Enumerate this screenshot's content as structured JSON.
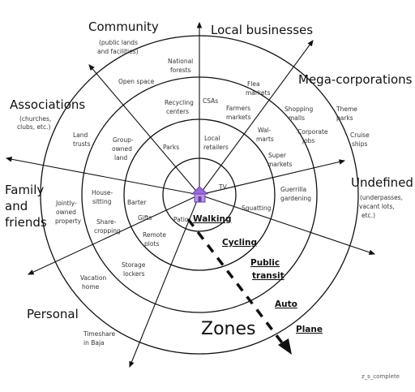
{
  "sectors": {
    "community": {
      "title": "Community",
      "sub": [
        "(public lands",
        "and facilities)"
      ]
    },
    "local_businesses": {
      "title": "Local businesses"
    },
    "mega_corporations": {
      "title": "Mega-corporations"
    },
    "associations": {
      "title": "Associations",
      "sub": [
        "(churches,",
        "clubs, etc.)"
      ]
    },
    "family": {
      "title": [
        "Family",
        "and",
        "friends"
      ]
    },
    "undefined": {
      "title": "Undefined",
      "sub": [
        "(underpasses,",
        "vacant lots,",
        "etc.)"
      ]
    },
    "personal": {
      "title": "Personal"
    }
  },
  "items": {
    "national_forests": [
      "National",
      "forests"
    ],
    "open_space": [
      "Open space"
    ],
    "recycling_centers": [
      "Recycling",
      "centers"
    ],
    "csas": [
      "CSAs"
    ],
    "flea_markets": [
      "Flea",
      "markets"
    ],
    "farmers_markets": [
      "Farmers",
      "markets"
    ],
    "shopping_malls": [
      "Shopping",
      "malls"
    ],
    "theme_parks": [
      "Theme",
      "parks"
    ],
    "cruise_ships": [
      "Cruise",
      "ships"
    ],
    "corporate_jobs": [
      "Corporate",
      "jobs"
    ],
    "walmarts": [
      "Wal-",
      "marts"
    ],
    "super_markets": [
      "Super",
      "markets"
    ],
    "local_retailers": [
      "Local",
      "retailers"
    ],
    "parks": [
      "Parks"
    ],
    "group_owned_land": [
      "Group-",
      "owned",
      "land"
    ],
    "land_trusts": [
      "Land",
      "trusts"
    ],
    "tv": [
      "TV"
    ],
    "guerrilla_gardening": [
      "Guerrilla",
      "gardening"
    ],
    "squatting": [
      "Squatting"
    ],
    "house_sitting": [
      "House-",
      "sitting"
    ],
    "barter": [
      "Barter"
    ],
    "jointly_owned": [
      "Jointly-",
      "owned",
      "property"
    ],
    "gifts": [
      "Gifts"
    ],
    "share_cropping": [
      "Share-",
      "cropping"
    ],
    "patio": [
      "Patio"
    ],
    "remote_plots": [
      "Remote",
      "plots"
    ],
    "storage_lockers": [
      "Storage",
      "lockers"
    ],
    "vacation_home": [
      "Vacation",
      "home"
    ],
    "timeshare": [
      "Timeshare",
      "in Baja"
    ]
  },
  "zones": {
    "walking": "Walking",
    "cycling": "Cycling",
    "public_transit": [
      "Public",
      "transit"
    ],
    "auto": "Auto",
    "plane": "Plane",
    "title": "Zones"
  },
  "footer": "z_s_complete",
  "icons": {
    "center": "house-icon"
  },
  "colors": {
    "house": "#9b6bd6",
    "ink": "#111111"
  }
}
